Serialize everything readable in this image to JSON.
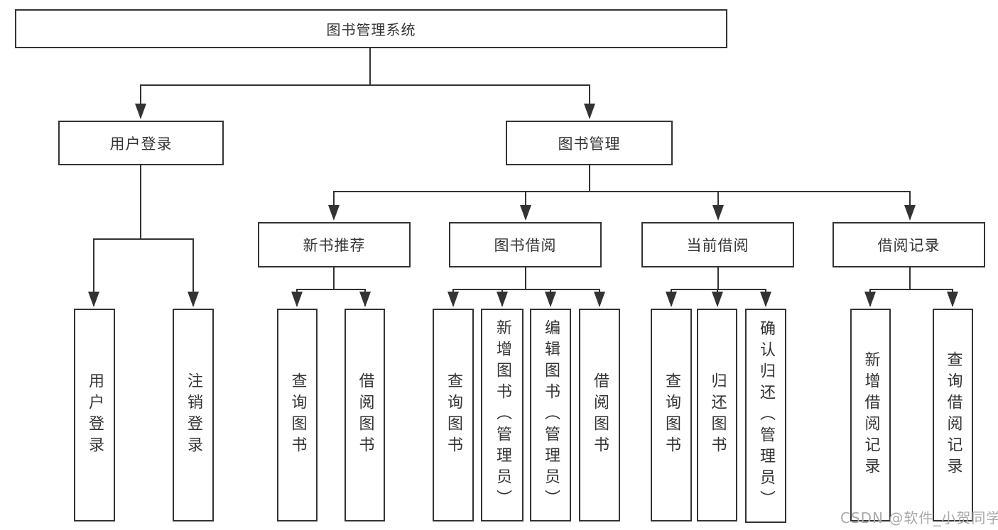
{
  "diagram": {
    "title": "图书管理系统",
    "nodes": {
      "root": "图书管理系统",
      "user_login": "用户登录",
      "book_mgmt": "图书管理",
      "new_book_rec": "新书推荐",
      "book_borrow": "图书借阅",
      "current_borrow": "当前借阅",
      "borrow_records": "借阅记录",
      "ul_login": "用户登录",
      "ul_logout": "注销登录",
      "nbr_query": "查询图书",
      "nbr_borrow": "借阅图书",
      "bb_query": "查询图书",
      "bb_add": "新增图书（管理员）",
      "bb_edit": "编辑图书（管理员）",
      "bb_borrow": "借阅图书",
      "cb_query": "查询图书",
      "cb_return": "归还图书",
      "cb_confirm": "确认归还（管理员）",
      "br_add": "新增借阅记录",
      "br_query": "查询借阅记录"
    },
    "colors": {
      "line": "#333333",
      "border": "#333333",
      "text": "#333333",
      "watermark": "#a9a9a9",
      "background": "#ffffff"
    }
  },
  "watermark": "CSDN @软件_小贺同学"
}
